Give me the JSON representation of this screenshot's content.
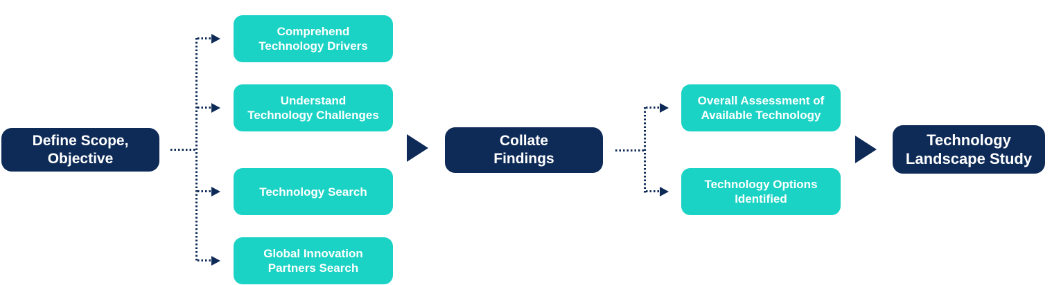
{
  "colors": {
    "navy": "#0e2b57",
    "teal": "#1bd3c5",
    "bg": "#ffffff"
  },
  "flow": {
    "start": {
      "label": "Define Scope,\nObjective"
    },
    "phase1_tasks": [
      {
        "label": "Comprehend\nTechnology Drivers"
      },
      {
        "label": "Understand\nTechnology Challenges"
      },
      {
        "label": "Technology Search"
      },
      {
        "label": "Global Innovation\nPartners Search"
      }
    ],
    "middle": {
      "label": "Collate\nFindings"
    },
    "phase2_tasks": [
      {
        "label": "Overall Assessment of\nAvailable Technology"
      },
      {
        "label": "Technology Options\nIdentified"
      }
    ],
    "end": {
      "label": "Technology\nLandscape Study"
    },
    "connector_style": "dotted",
    "flow_direction": "left-to-right"
  }
}
